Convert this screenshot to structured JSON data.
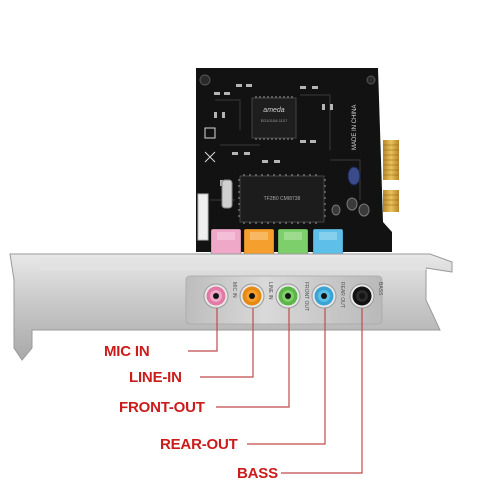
{
  "board": {
    "chip_top_brand": "ameda",
    "chip_top_code": "ED1010A  1107",
    "chip_bottom_code": "TF2B0  CMI8738",
    "made_in": "MADE IN CHINA"
  },
  "ports": [
    {
      "color": "#f0a8c8",
      "jack_ring": "#e27aa8",
      "silk": "MIC IN"
    },
    {
      "color": "#f5a02e",
      "jack_ring": "#e68a12",
      "silk": "LINE IN"
    },
    {
      "color": "#7ccf6a",
      "jack_ring": "#5bb548",
      "silk": "FRONT OUT"
    },
    {
      "color": "#5ec0e8",
      "jack_ring": "#3aa5d4",
      "silk": "REAR OUT"
    },
    {
      "color": "#2a2a2a",
      "jack_ring": "#111111",
      "silk": "BASS"
    }
  ],
  "labels": {
    "mic_in": "MIC IN",
    "line_in": "LINE-IN",
    "front_out": "FRONT-OUT",
    "rear_out": "REAR-OUT",
    "bass": "BASS"
  },
  "colors": {
    "label_text": "#cc1b1b",
    "leader_line": "#c24a4a",
    "pcb": "#121212",
    "bracket": "#c9c9c9",
    "gold": "#d4a433"
  }
}
